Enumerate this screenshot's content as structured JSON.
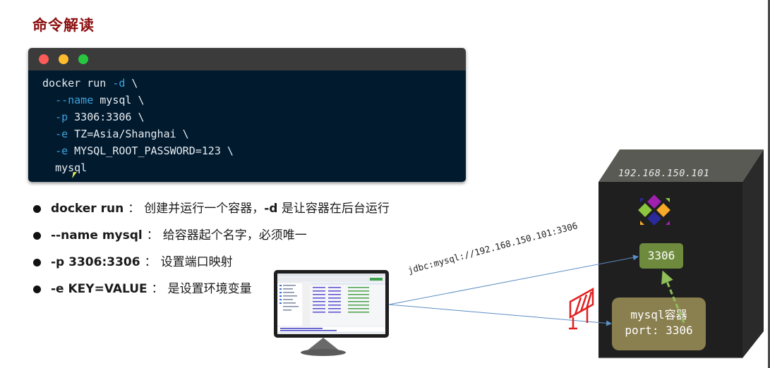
{
  "page": {
    "title": "命令解读"
  },
  "terminal": {
    "window_controls": [
      "close",
      "minimize",
      "maximize"
    ],
    "lines": [
      {
        "indent": "",
        "flag": "",
        "pre": "docker run ",
        "flag2": "-d",
        "post": " \\"
      },
      {
        "indent": "  ",
        "flag": "--name",
        "rest": " mysql \\"
      },
      {
        "indent": "  ",
        "flag": "-p",
        "rest": " 3306:3306 \\"
      },
      {
        "indent": "  ",
        "flag": "-e",
        "rest": " TZ=Asia/Shanghai \\"
      },
      {
        "indent": "  ",
        "flag": "-e",
        "rest": " MYSQL_ROOT_PASSWORD=123 \\"
      },
      {
        "indent": "  ",
        "flag": "",
        "rest": "mysql"
      }
    ],
    "flag_color": "#3aa5e0",
    "background": "#011a2e"
  },
  "bullets": [
    {
      "term": "docker run",
      "sep": "：",
      "desc_a": "创建并运行一个容器，",
      "term2": "-d",
      "desc_b": " 是让容器在后台运行"
    },
    {
      "term": "--name mysql",
      "sep": "：",
      "desc_a": "给容器起个名字，必须唯一"
    },
    {
      "term": "-p 3306:3306",
      "sep": "：",
      "desc_a": "设置端口映射"
    },
    {
      "term": "-e KEY=VALUE",
      "sep": "：",
      "desc_a": "是设置环境变量"
    }
  ],
  "diagram": {
    "client_icon": "monitor-with-database-client",
    "connection_label": "jdbc:mysql://192.168.150.101:3306",
    "server_ip": "192.168.150.101",
    "server_logo": "colorful-diamond-logo",
    "host_port": "3306",
    "container_name": "mysql容器",
    "container_port": "port: 3306",
    "blocked_icon": "barrier-icon",
    "colors": {
      "host_port": "#6e8b3d",
      "container": "#8a7f4f",
      "server": "#1f1f1f",
      "arrow": "#5b8ec4",
      "mapping_arrow": "#8fbf5a",
      "barrier": "#e02020"
    }
  }
}
